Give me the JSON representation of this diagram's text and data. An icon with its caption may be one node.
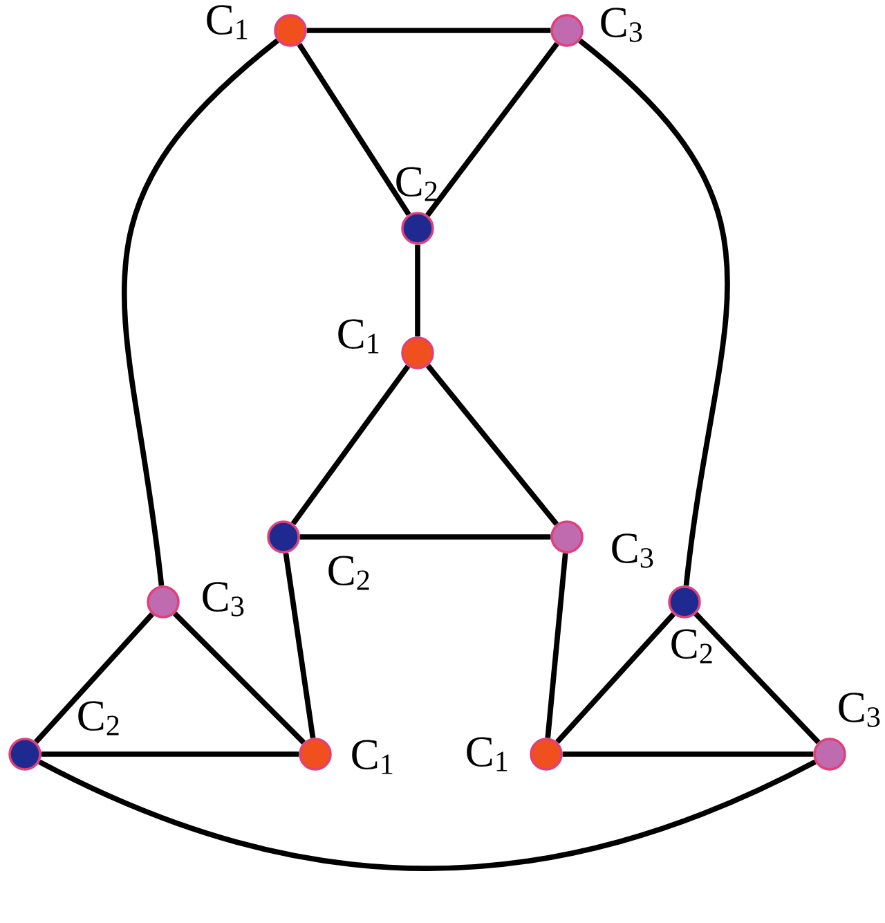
{
  "diagram": {
    "nodes": [
      {
        "text": [],
        "shape": "circle",
        "beside": [
          "C$_{1}$"
        ]
      },
      {
        "text": [],
        "shape": "circle",
        "beside": [
          "C$_{3}$"
        ]
      },
      {
        "text": [],
        "shape": "circle",
        "beside": [
          "C$_{2}$"
        ]
      },
      {
        "text": [],
        "shape": "circle",
        "beside": [
          "C$_{1}$"
        ]
      },
      {
        "text": [],
        "shape": "circle",
        "beside": [
          "C$_{2}$"
        ]
      },
      {
        "text": [],
        "shape": "circle",
        "beside": [
          "C$_{3}$"
        ]
      },
      {
        "text": [],
        "shape": "circle",
        "beside": [
          "C$_{3}$"
        ]
      },
      {
        "text": [],
        "shape": "circle",
        "beside": [
          "C$_{2}$"
        ]
      },
      {
        "text": [],
        "shape": "circle",
        "beside": [
          "C$_{1}$"
        ]
      },
      {
        "text": [],
        "shape": "circle",
        "beside": [
          "C$_{1}$"
        ]
      },
      {
        "text": [],
        "shape": "circle",
        "beside": [
          "C$_{2}$"
        ]
      },
      {
        "text": [],
        "shape": "circle",
        "beside": [
          "C$_{3}$"
        ]
      }
    ],
    "edges": [
      {
        "from": 0,
        "to": 1,
        "arrow": "none"
      },
      {
        "from": 0,
        "to": 2,
        "arrow": "none"
      },
      {
        "from": 1,
        "to": 2,
        "arrow": "none"
      },
      {
        "from": 2,
        "to": 3,
        "arrow": "none"
      },
      {
        "from": 3,
        "to": 4,
        "arrow": "none"
      },
      {
        "from": 3,
        "to": 5,
        "arrow": "none"
      },
      {
        "from": 4,
        "to": 5,
        "arrow": "none"
      },
      {
        "from": 4,
        "to": 8,
        "arrow": "none"
      },
      {
        "from": 5,
        "to": 9,
        "arrow": "none"
      },
      {
        "from": 6,
        "to": 7,
        "arrow": "none"
      },
      {
        "from": 6,
        "to": 8,
        "arrow": "none"
      },
      {
        "from": 7,
        "to": 8,
        "arrow": "none"
      },
      {
        "from": 9,
        "to": 10,
        "arrow": "none"
      },
      {
        "from": 10,
        "to": 11,
        "arrow": "none"
      },
      {
        "from": 9,
        "to": 11,
        "arrow": "none"
      },
      {
        "from": 0,
        "to": 6,
        "arrow": "none"
      },
      {
        "from": 1,
        "to": 10,
        "arrow": "none"
      },
      {
        "from": 7,
        "to": 11,
        "arrow": "none"
      }
    ]
  }
}
